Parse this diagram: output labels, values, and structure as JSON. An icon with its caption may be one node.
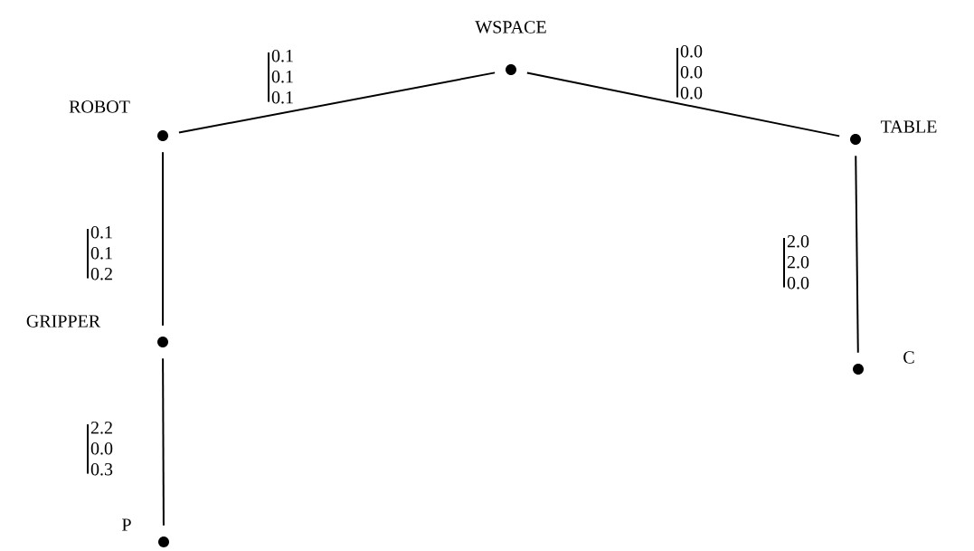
{
  "diagram": {
    "nodes": [
      {
        "text": [
          "WSPACE"
        ]
      },
      {
        "text": [
          "ROBOT"
        ]
      },
      {
        "text": [
          "TABLE"
        ]
      },
      {
        "text": [
          "GRIPPER"
        ]
      },
      {
        "text": [
          "C"
        ]
      },
      {
        "text": [
          "P"
        ]
      }
    ],
    "edges": [
      {
        "from": 1,
        "to": 0,
        "arrow": "none",
        "label": "0.1 0.1 0.1"
      },
      {
        "from": 0,
        "to": 2,
        "arrow": "none",
        "label": "0.0 0.0 0.0"
      },
      {
        "from": 1,
        "to": 3,
        "arrow": "none",
        "label": "0.1 0.1 0.2"
      },
      {
        "from": 2,
        "to": 4,
        "arrow": "none",
        "label": "2.0 2.0 0.0"
      },
      {
        "from": 3,
        "to": 5,
        "arrow": "none",
        "label": "2.2 0.0 0.3"
      }
    ]
  }
}
